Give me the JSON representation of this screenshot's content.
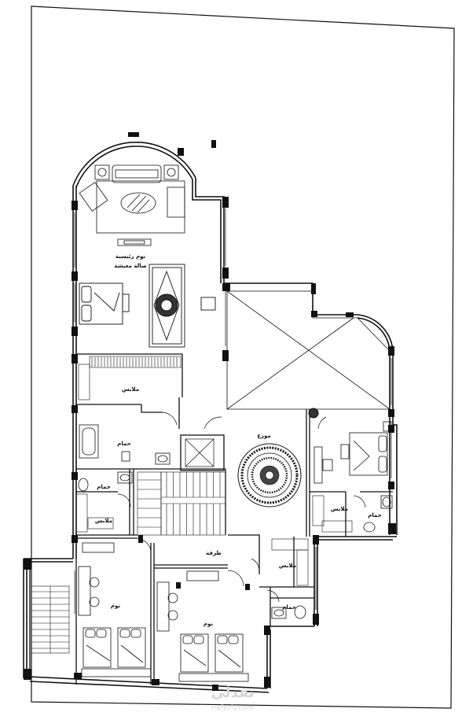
{
  "rooms": {
    "master_suite": "نوم رئيسية",
    "living_hall": "صالة معيشة",
    "dressing_top": "ملابس",
    "bath_main": "حمام",
    "bath_small": "حمام",
    "dressing_left": "ملابس",
    "landing": "موزع",
    "corridor": "طرقة",
    "bedroom_left": "نوم",
    "bedroom_center": "نوم",
    "dressing_right": "ملابس",
    "bath_right": "حمام",
    "dressing_mid": "ملابس",
    "bath_far_right": "حمام"
  },
  "watermark": {
    "brand": "نفذلي",
    "url": "nafezly.com"
  },
  "colors": {
    "line": "#111111",
    "wall": "#111111",
    "watermark": "#d6d6d6"
  }
}
